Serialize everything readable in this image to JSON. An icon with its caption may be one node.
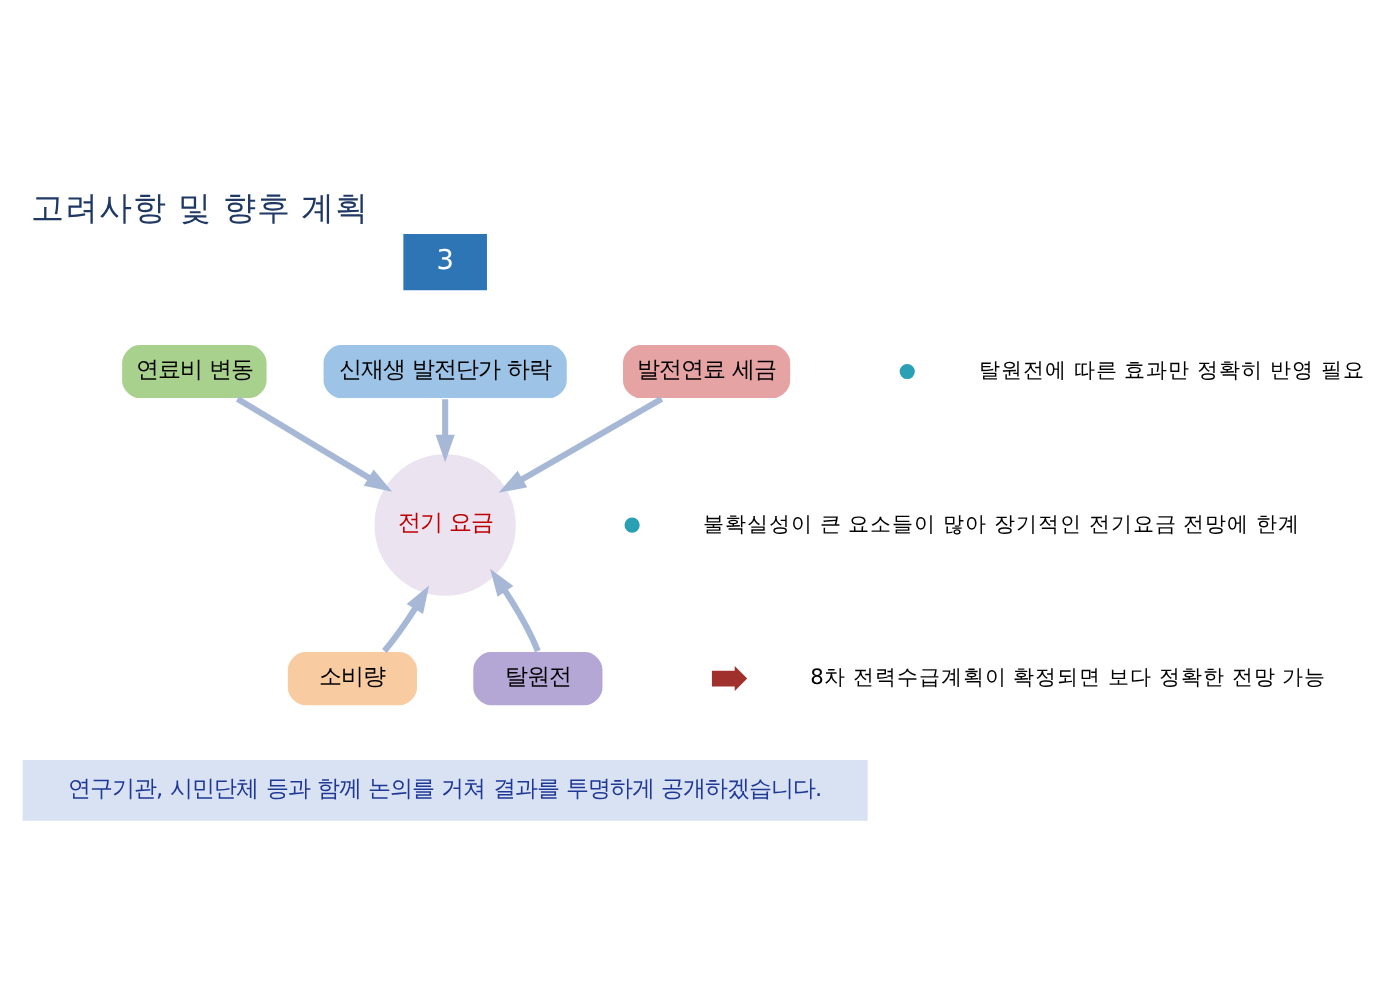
{
  "diagram": {
    "title": "고려사항 및 향후 계획",
    "nodes": [
      {
        "text": [
          "연료비 변동"
        ]
      },
      {
        "text": [
          "신재생 발전단가 하락"
        ]
      },
      {
        "text": [
          "발전연료 세금"
        ]
      },
      {
        "text": [
          "전기 요금"
        ]
      },
      {
        "text": [
          "소비량"
        ]
      },
      {
        "text": [
          "탈원전"
        ]
      }
    ],
    "edges": [
      {
        "from": 0,
        "to": 3,
        "arrow": "to"
      },
      {
        "from": 1,
        "to": 3,
        "arrow": "to"
      },
      {
        "from": 2,
        "to": 3,
        "arrow": "to"
      },
      {
        "from": 4,
        "to": 3,
        "arrow": "to"
      },
      {
        "from": 5,
        "to": 3,
        "arrow": "to"
      }
    ],
    "labels": [
      "3",
      "탈원전에 따른 효과만 정확히 반영 필요",
      "불확실성이 큰 요소들이 많아 장기적인 전기요금 전망에 한계",
      "8차 전력수급계획이 확정되면 보다 정확한 전망 가능",
      "연구기관, 시민단체 등과 함께 논의를 거쳐 결과를 투명하게 공개하겠습니다."
    ]
  }
}
